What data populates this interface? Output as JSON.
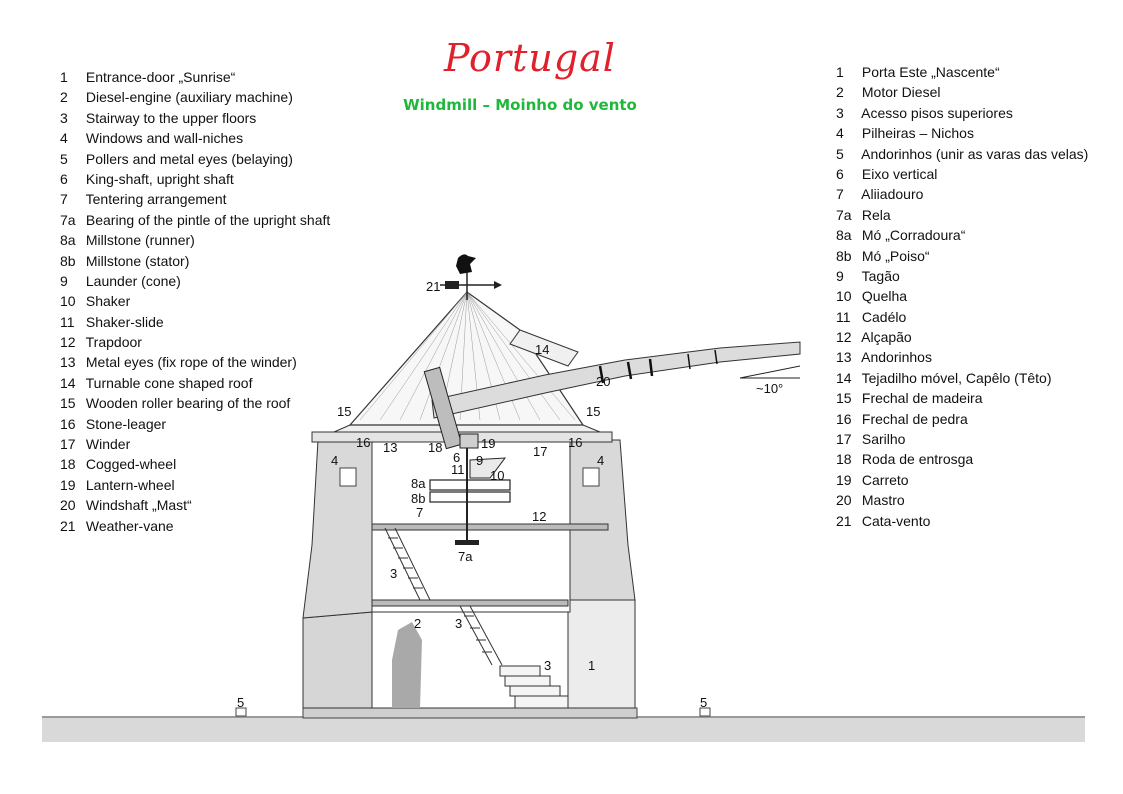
{
  "header": {
    "title": "Portugal",
    "subtitle": "Windmill – Moinho do vento"
  },
  "legend_en": [
    {
      "num": "1",
      "text": "Entrance-door „Sunrise“"
    },
    {
      "num": "2",
      "text": "Diesel-engine (auxiliary machine)"
    },
    {
      "num": "3",
      "text": "Stairway to the upper floors"
    },
    {
      "num": "4",
      "text": "Windows and wall-niches"
    },
    {
      "num": "5",
      "text": "Pollers and metal eyes (belaying)"
    },
    {
      "num": "6",
      "text": "King-shaft, upright shaft"
    },
    {
      "num": "7",
      "text": "Tentering arrangement"
    },
    {
      "num": "7a",
      "text": "Bearing of the pintle of the upright shaft"
    },
    {
      "num": "8a",
      "text": "Millstone (runner)"
    },
    {
      "num": "8b",
      "text": "Millstone (stator)"
    },
    {
      "num": "9",
      "text": "Launder (cone)"
    },
    {
      "num": "10",
      "text": "Shaker"
    },
    {
      "num": "11",
      "text": "Shaker-slide"
    },
    {
      "num": "12",
      "text": "Trapdoor"
    },
    {
      "num": "13",
      "text": "Metal eyes (fix rope of the winder)"
    },
    {
      "num": "14",
      "text": "Turnable cone shaped roof"
    },
    {
      "num": "15",
      "text": "Wooden roller bearing of the roof"
    },
    {
      "num": "16",
      "text": "Stone-leager"
    },
    {
      "num": "17",
      "text": "Winder"
    },
    {
      "num": "18",
      "text": "Cogged-wheel"
    },
    {
      "num": "19",
      "text": "Lantern-wheel"
    },
    {
      "num": "20",
      "text": "Windshaft „Mast“"
    },
    {
      "num": "21",
      "text": "Weather-vane"
    }
  ],
  "legend_pt": [
    {
      "num": "1",
      "text": "Porta Este „Nascente“"
    },
    {
      "num": "2",
      "text": "Motor Diesel"
    },
    {
      "num": "3",
      "text": "Acesso pisos superiores"
    },
    {
      "num": "4",
      "text": "Pilheiras – Nichos"
    },
    {
      "num": "5",
      "text": "Andorinhos (unir as varas das velas)"
    },
    {
      "num": "6",
      "text": "Eixo vertical"
    },
    {
      "num": "7",
      "text": "Aliiadouro"
    },
    {
      "num": "7a",
      "text": "Rela"
    },
    {
      "num": "8a",
      "text": "Mó „Corradoura“"
    },
    {
      "num": "8b",
      "text": "Mó „Poiso“"
    },
    {
      "num": "9",
      "text": "Tagão"
    },
    {
      "num": "10",
      "text": "Quelha"
    },
    {
      "num": "11",
      "text": "Cadélo"
    },
    {
      "num": "12",
      "text": "Alçapão"
    },
    {
      "num": "13",
      "text": "Andorinhos"
    },
    {
      "num": "14",
      "text": "Tejadilho móvel, Capêlo (Têto)"
    },
    {
      "num": "15",
      "text": "Frechal de madeira"
    },
    {
      "num": "16",
      "text": "Frechal de pedra"
    },
    {
      "num": "17",
      "text": "Sarilho"
    },
    {
      "num": "18",
      "text": "Roda de entrosga"
    },
    {
      "num": "19",
      "text": "Carreto"
    },
    {
      "num": "20",
      "text": "Mastro"
    },
    {
      "num": "21",
      "text": "Cata-vento"
    }
  ],
  "diagram": {
    "angle_label": "~10°",
    "callouts": [
      "21",
      "14",
      "20",
      "15",
      "15",
      "16",
      "13",
      "18",
      "6",
      "19",
      "16",
      "17",
      "4",
      "4",
      "9",
      "11",
      "10",
      "8a",
      "8b",
      "7",
      "12",
      "7a",
      "3",
      "2",
      "3",
      "3",
      "1",
      "5",
      "5"
    ]
  },
  "colors": {
    "title": "#e0202a",
    "subtitle": "#1fb83a",
    "wall": "#d8d8d8",
    "line": "#222222"
  }
}
